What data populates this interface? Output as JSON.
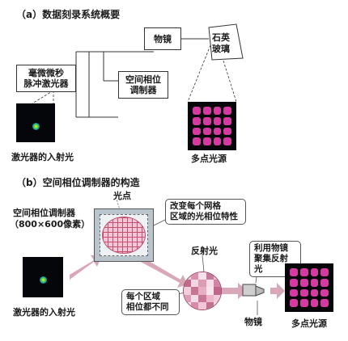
{
  "section_a": {
    "title": "（a）数据刻录系统概要",
    "laser_box": [
      "毫微微秒",
      "脉冲激光器"
    ],
    "mirror_box": "物镜",
    "glass_box": [
      "石英",
      "玻璃"
    ],
    "slm_box": [
      "空间相位",
      "调制器"
    ],
    "laser_incident_label": "激光器的入射光",
    "multipoint_label": "多点光源"
  },
  "section_b": {
    "title": "（b）空间相位调制器的构造",
    "spot_label": "光点",
    "slm_label": [
      "空间相位调制器",
      "（800×600像素）"
    ],
    "callout_change": [
      "改变每个网格",
      "区域的光相位特性"
    ],
    "reflect_label": "反射光",
    "callout_lens": [
      "利用物镜",
      "聚集反射光"
    ],
    "callout_region": [
      "每个区域",
      "相位都不同"
    ],
    "lens_label": "物镜",
    "laser_incident_label": "激光器的入射光",
    "multipoint_label": "多点光源"
  },
  "colors": {
    "arrow_pink": "#d9a8b8",
    "grid_pink": "#e7a6bd",
    "spot_magenta": "#d43aa0",
    "slm_gray": "#b9c4cc"
  }
}
